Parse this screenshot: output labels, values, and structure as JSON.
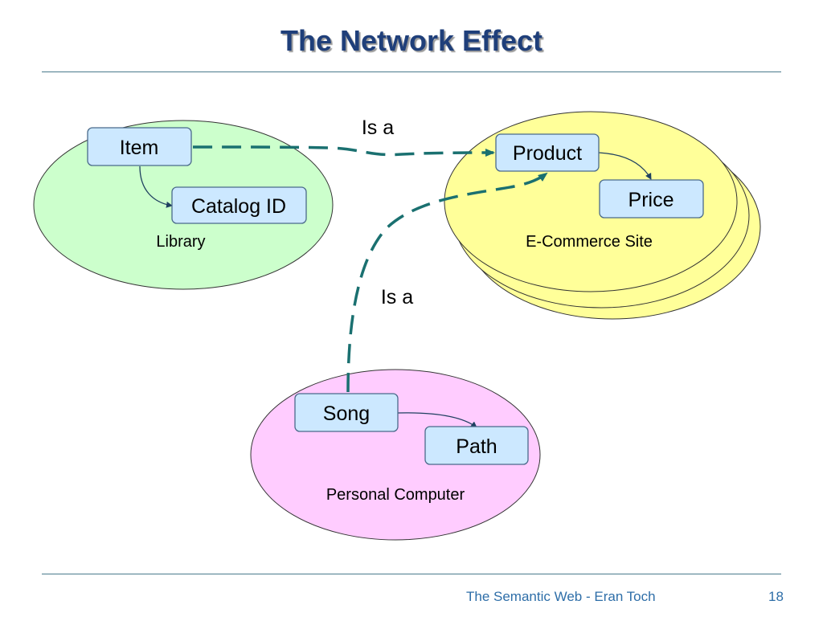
{
  "slide": {
    "title": "The Network Effect",
    "footer_text": "The Semantic Web - Eran Toch",
    "page_number": "18"
  },
  "diagram": {
    "groups": {
      "library": {
        "label": "Library",
        "fill": "#CCFFCC"
      },
      "ecommerce": {
        "label": "E-Commerce Site",
        "fill": "#FFFF99"
      },
      "pc": {
        "label": "Personal Computer",
        "fill": "#FFCCFF"
      }
    },
    "nodes": {
      "item": "Item",
      "catalog_id": "Catalog ID",
      "product": "Product",
      "price": "Price",
      "song": "Song",
      "path": "Path"
    },
    "relations": {
      "item_is_a_product": "Is a",
      "song_is_a_product": "Is a"
    },
    "colors": {
      "node_fill": "#CCE8FF",
      "node_border": "#4A6A8A",
      "dashed_link": "#1A7070",
      "outline": "#333333"
    }
  }
}
